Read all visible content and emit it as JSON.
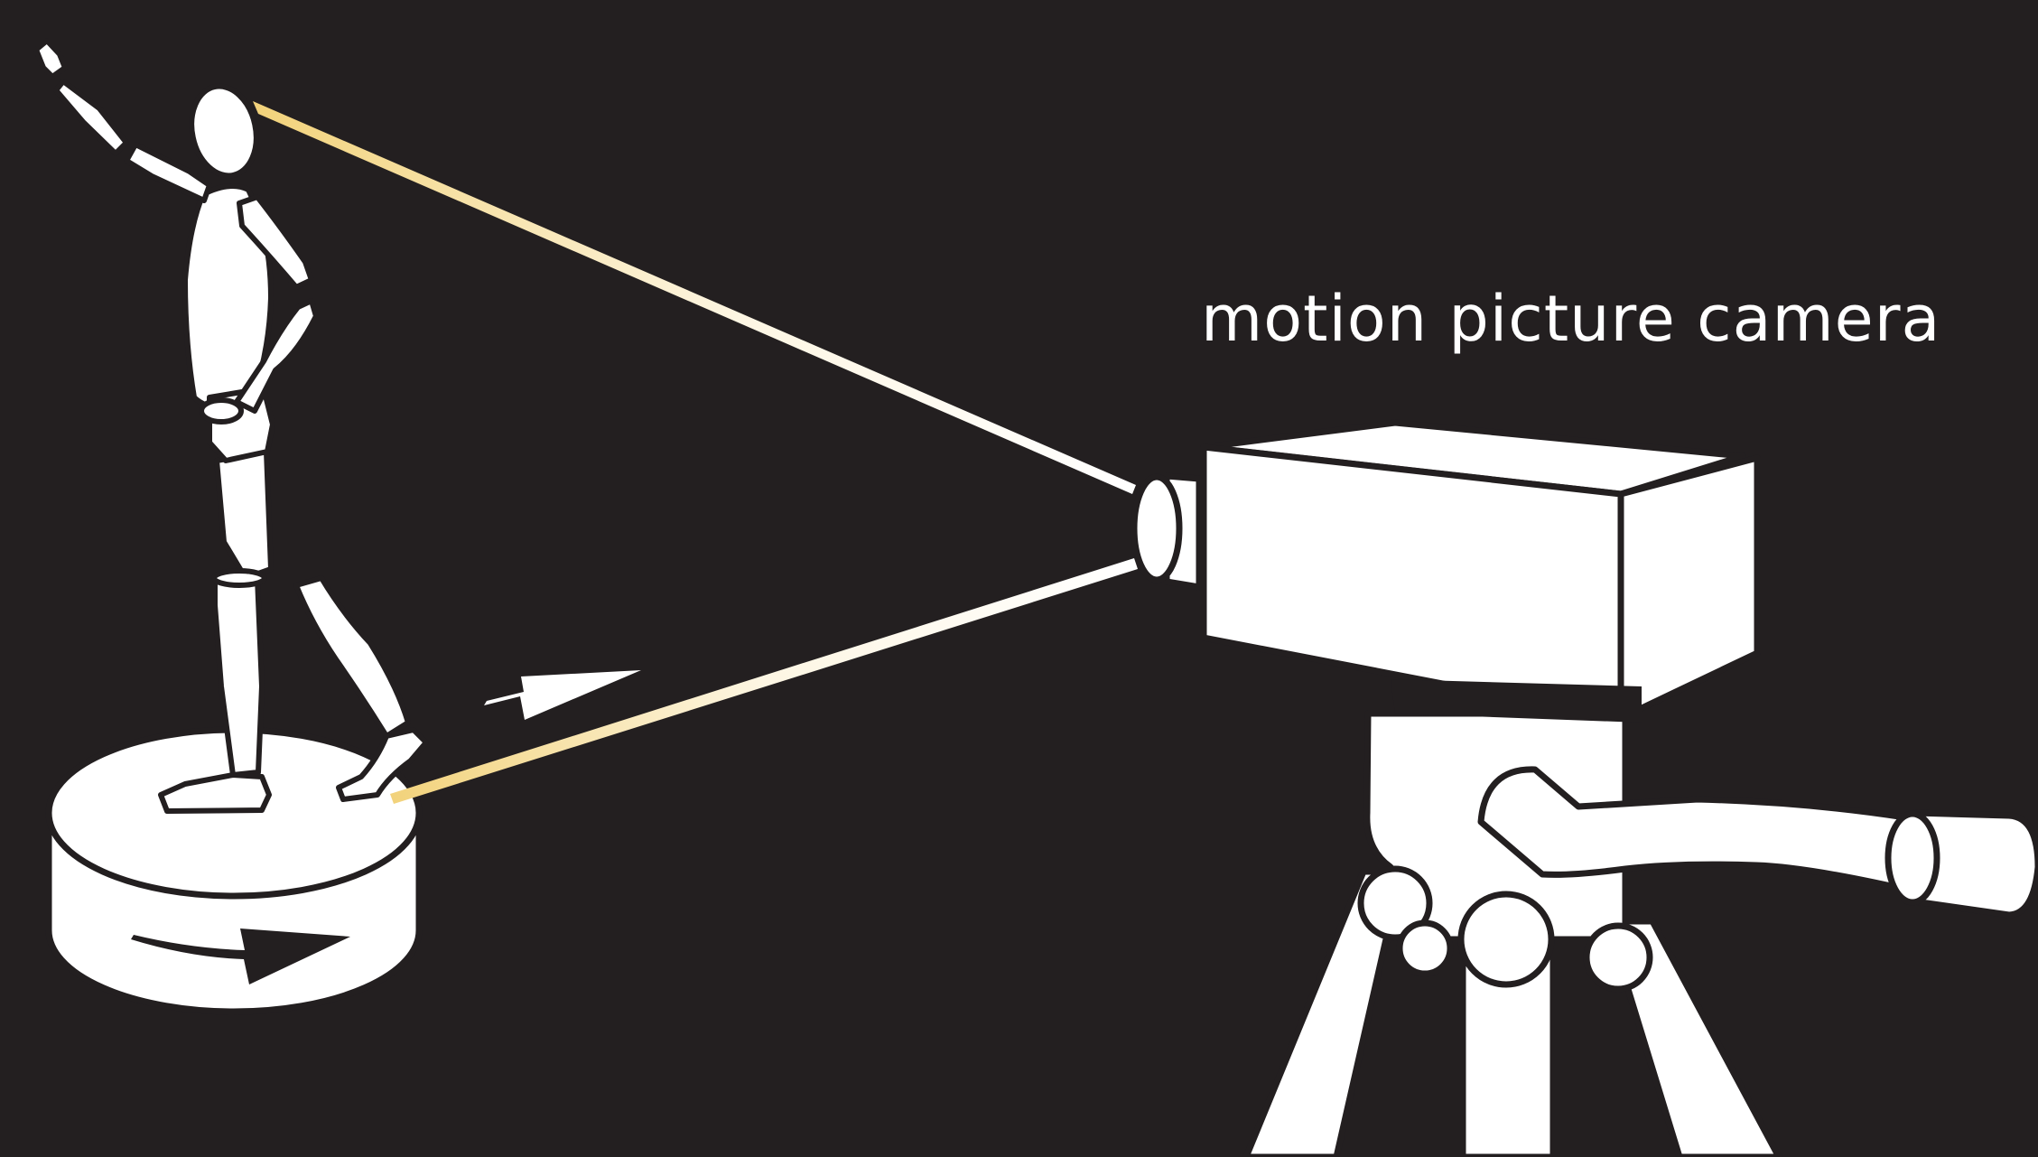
{
  "caption": "motion picture camera",
  "colors": {
    "background": "#231f20",
    "figure": "#ffffff",
    "outline": "#231f20",
    "ray_warm": "#f2d27a",
    "ray_light": "#fdf6e3"
  },
  "elements": {
    "figure": "artist-mannequin",
    "stand": "turntable",
    "camera": "motion-picture-camera",
    "support": "tripod",
    "motion_arrows": [
      "rotation-arrow-top",
      "rotation-arrow-base"
    ],
    "rays": [
      "top-ray",
      "bottom-ray"
    ]
  }
}
